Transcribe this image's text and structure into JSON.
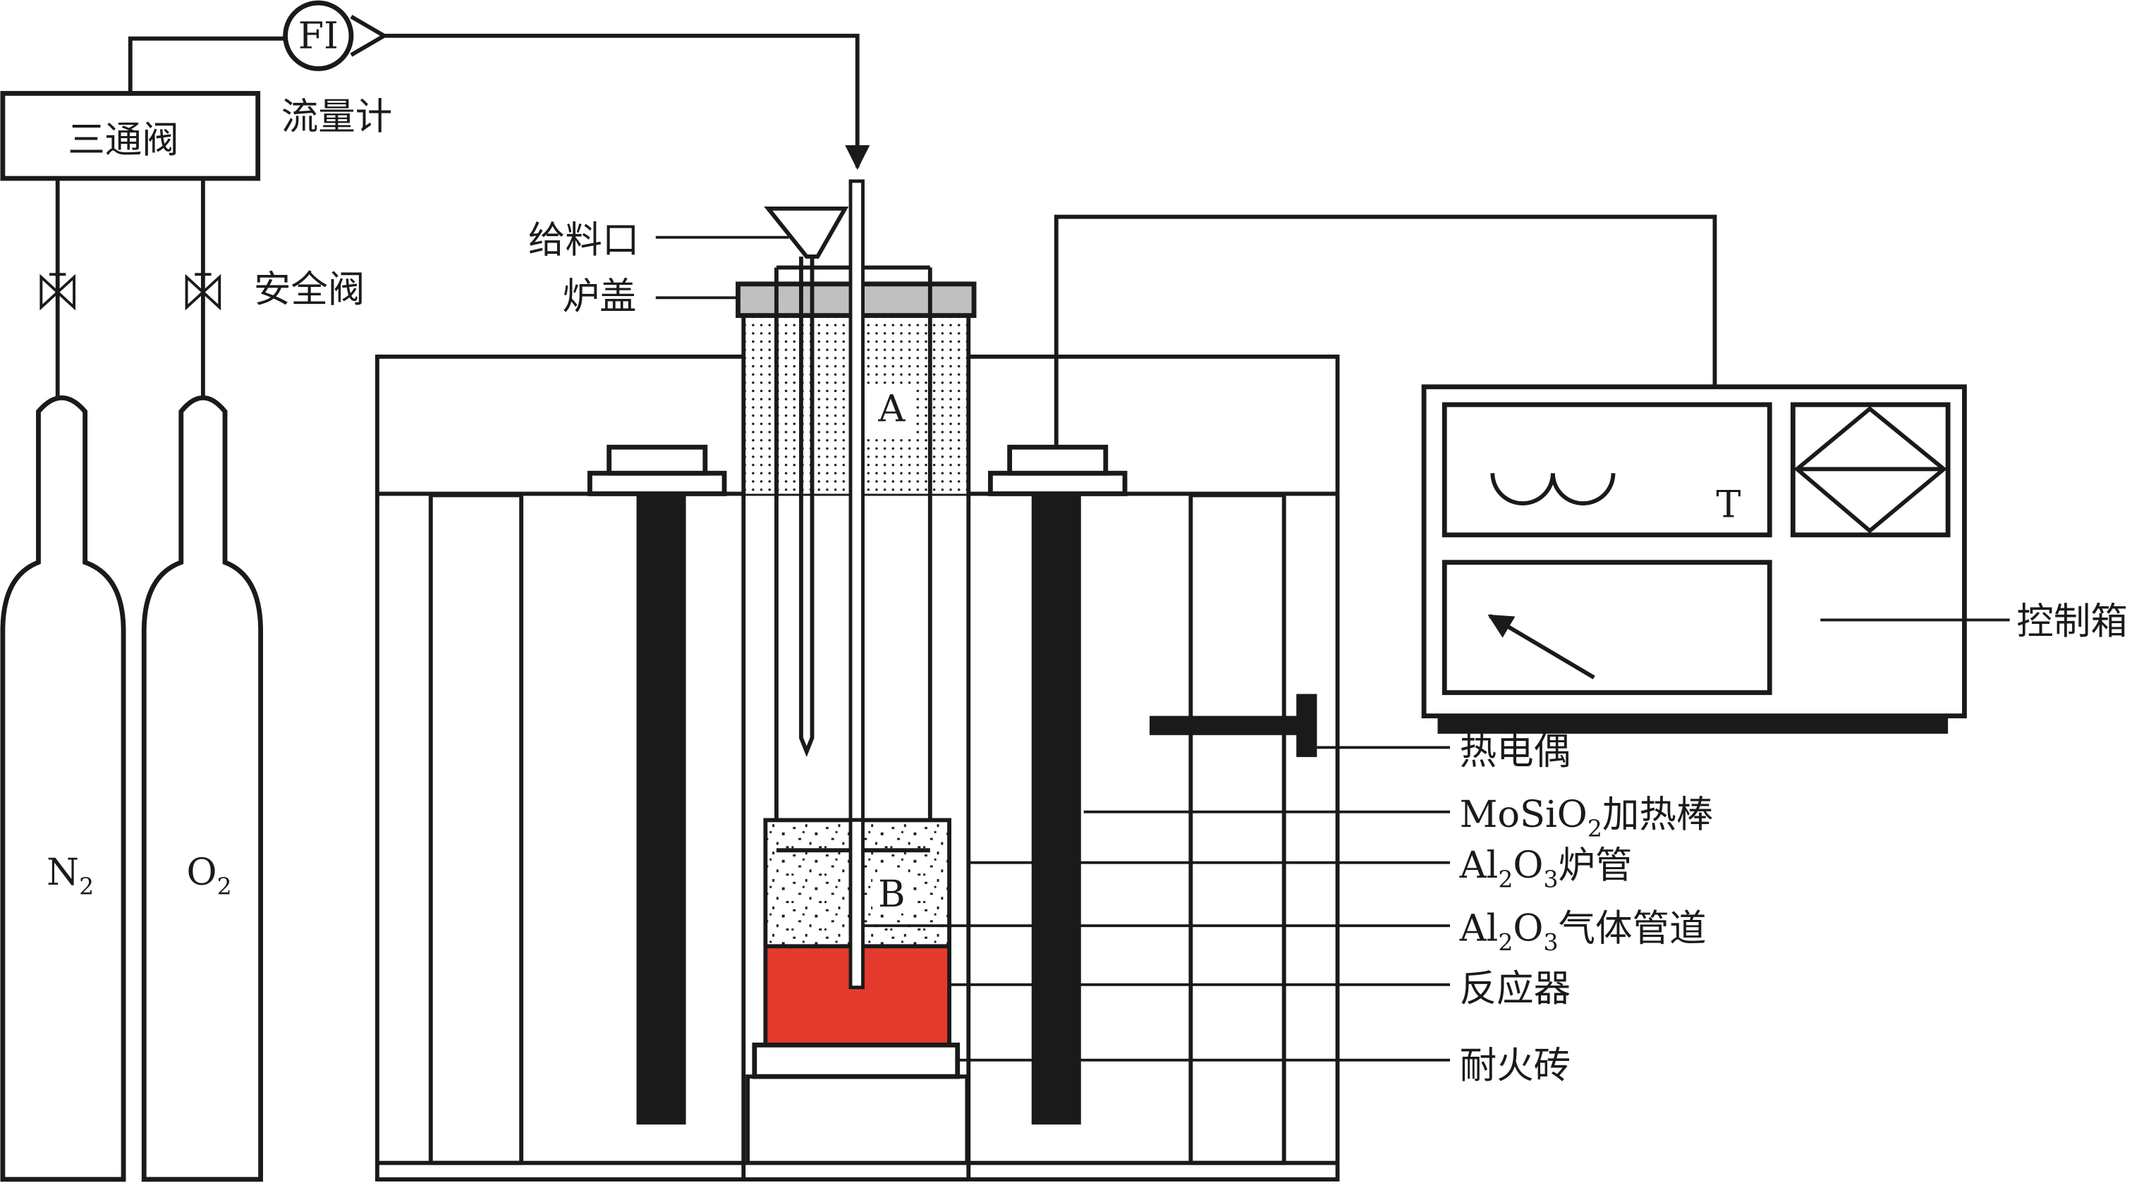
{
  "labels": {
    "flow_indicator": "FI",
    "flowmeter": "流量计",
    "three_way_valve": "三通阀",
    "safety_valve": "安全阀",
    "feed_port": "给料口",
    "furnace_lid": "炉盖",
    "zone_a": "A",
    "zone_b": "B",
    "control_t": "T",
    "control_box": "控制箱",
    "thermocouple": "热电偶",
    "heater": {
      "main": "MoSiO",
      "sub": "2",
      "rest": "加热棒"
    },
    "furnace_tube": {
      "a": "Al",
      "s1": "2",
      "b": "O",
      "s2": "3",
      "rest": "炉管"
    },
    "gas_pipe": {
      "a": "Al",
      "s1": "2",
      "b": "O",
      "s2": "3",
      "rest": "气体管道"
    },
    "reactor": "反应器",
    "firebrick": "耐火砖",
    "n2": {
      "main": "N",
      "sub": "2"
    },
    "o2": {
      "main": "O",
      "sub": "2"
    }
  },
  "colors": {
    "line": "#1a1a1a",
    "lid": "#c0c0c0",
    "melt": "#e53a2e"
  }
}
